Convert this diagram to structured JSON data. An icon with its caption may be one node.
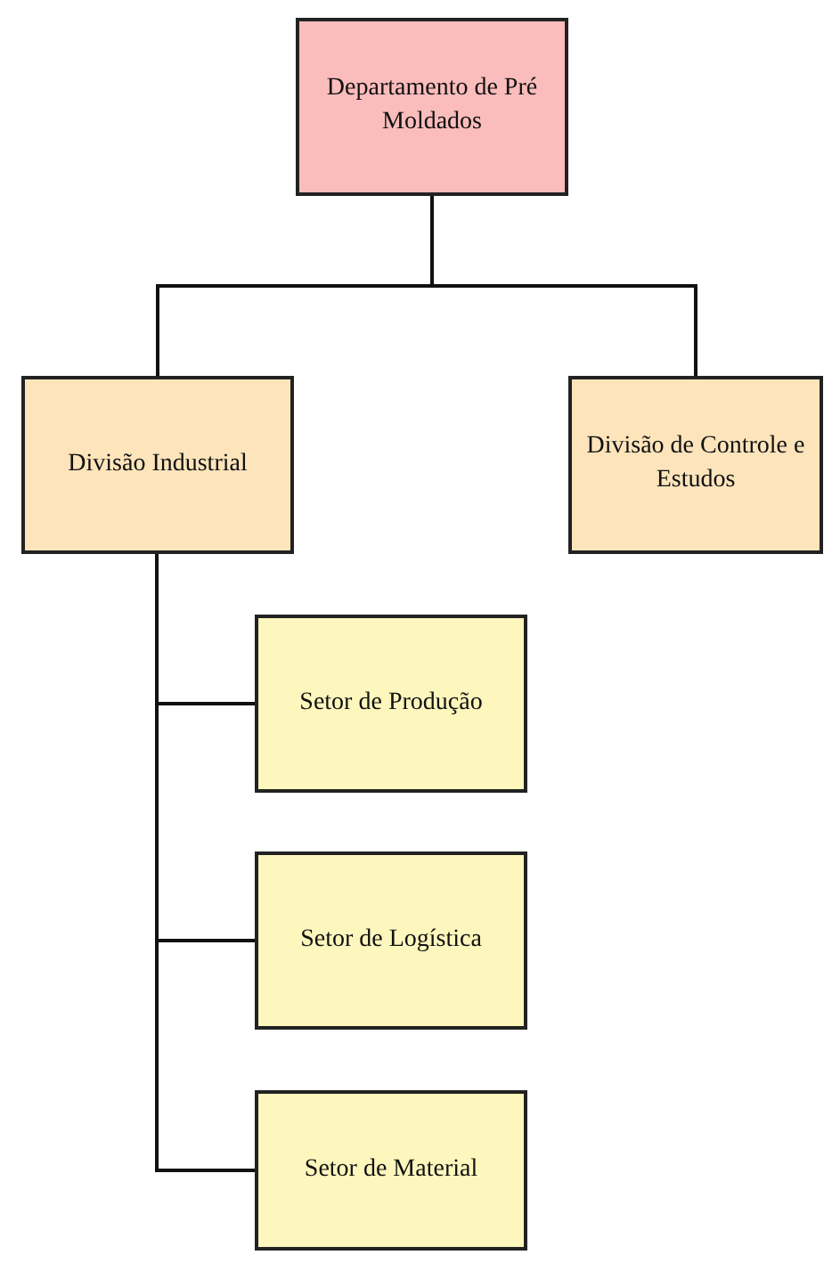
{
  "diagram": {
    "nodes": [
      {
        "text": [
          "Departamento de Pré Moldados"
        ]
      },
      {
        "text": [
          "Divisão Industrial"
        ]
      },
      {
        "text": [
          "Divisão de Controle e Estudos"
        ]
      },
      {
        "text": [
          "Setor de Produção"
        ]
      },
      {
        "text": [
          "Setor de Logística"
        ]
      },
      {
        "text": [
          "Setor de Material"
        ]
      }
    ],
    "edges": [
      {
        "from": 0,
        "to": 1,
        "arrow": "none"
      },
      {
        "from": 0,
        "to": 2,
        "arrow": "none"
      },
      {
        "from": 1,
        "to": 3,
        "arrow": "none"
      },
      {
        "from": 1,
        "to": 4,
        "arrow": "none"
      },
      {
        "from": 1,
        "to": 5,
        "arrow": "none"
      }
    ]
  }
}
